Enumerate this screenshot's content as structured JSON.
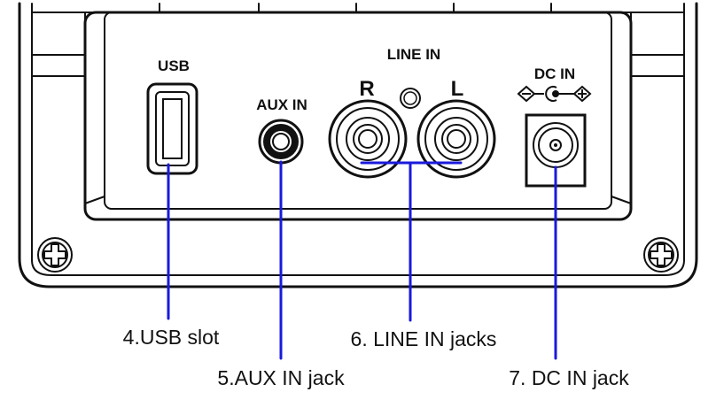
{
  "labels": {
    "usb": "USB",
    "aux_in": "AUX IN",
    "line_in": "LINE IN",
    "right": "R",
    "left": "L",
    "dc_in": "DC IN"
  },
  "callouts": {
    "usb_slot": "4.USB slot",
    "aux_in_jack": "5.AUX IN jack",
    "line_in_jacks": "6. LINE IN jacks",
    "dc_in_jack": "7. DC IN jack"
  },
  "colors": {
    "outline": "#111111",
    "leader_line": "#1a1adc"
  }
}
